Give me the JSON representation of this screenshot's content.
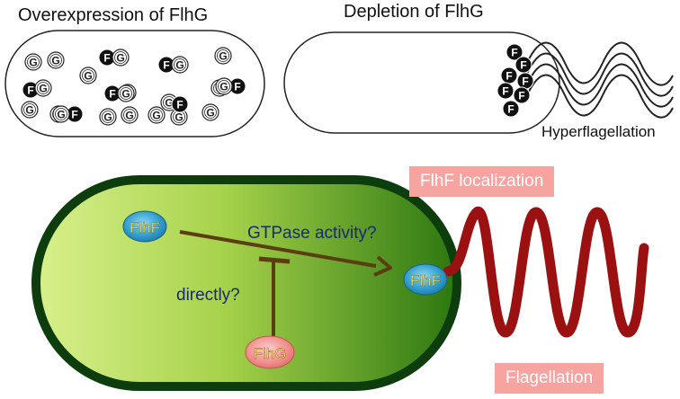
{
  "panel_left": {
    "title": "Overexpression of FlhG"
  },
  "panel_right": {
    "title": "Depletion of FlhG",
    "flagella_label": "Hyperflagellation"
  },
  "markers": {
    "g": "G",
    "f": "F"
  },
  "main": {
    "flhf_label": "FlhF",
    "flhg_label": "FlhG",
    "gtpase_text": "GTPase activity?",
    "directly_text": "directly?",
    "localization_label": "FlhF localization",
    "flagellation_label": "Flagellation"
  },
  "colors": {
    "cell_border": "#0d3d0d",
    "cell_light": "#d7ef8a",
    "cell_dark": "#2d7a12",
    "arrow": "#5a3e12",
    "flagellum": "#9a1010",
    "flhf_blob": "#2f9fd0",
    "flhg_blob": "#f08a8a",
    "blob_text": "#f5e96a",
    "label_pink": "#f7a3a0",
    "question_text": "#1a2a6a"
  }
}
